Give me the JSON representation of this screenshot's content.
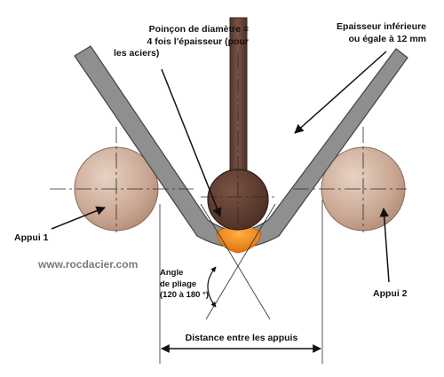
{
  "labels": {
    "punch": [
      "Poinçon de diamètre =",
      "4 fois l'épaisseur (pour",
      "les aciers)"
    ],
    "thickness": [
      "Epaisseur inférieure",
      "ou égale à 12 mm"
    ],
    "support_left": "Appui 1",
    "support_right": "Appui 2",
    "angle": [
      "Angle",
      "de pliage",
      "(120 à 180 °)"
    ],
    "distance": "Distance entre les appuis"
  },
  "watermark": "www.rocdacier.com",
  "colors": {
    "plate": "#8f8f8f",
    "punch_rod": "#6b4a40",
    "punch_head": "#5a3a2f",
    "support": "#d2b29e",
    "bend_zone": "#ee8a1a",
    "lines": "#2b2b2b"
  }
}
